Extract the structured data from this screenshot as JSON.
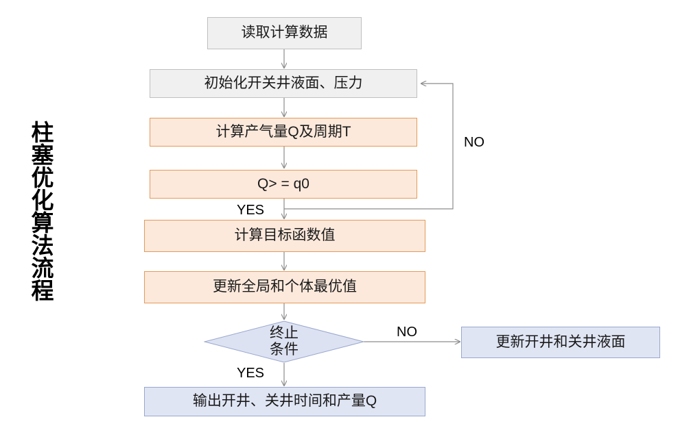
{
  "diagram": {
    "title_vertical": "柱塞优化算法流程",
    "type": "flowchart",
    "colors": {
      "gray_fill": "#f0f0f0",
      "gray_border": "#bfbfbf",
      "orange_fill": "#fce9dc",
      "orange_border": "#e49a5a",
      "blue_fill": "#e0e5f4",
      "blue_border": "#9aa7ce",
      "connector": "#8c8c8c",
      "text": "#1a1a1a",
      "background": "#ffffff"
    },
    "nodes": {
      "read_data": "读取计算数据",
      "init": "初始化开关井液面、压力",
      "calc_q_t": "计算产气量Q及周期T",
      "condition_q": "Q> = q0",
      "calc_objective": "计算目标函数值",
      "update_best": "更新全局和个体最优值",
      "terminate_line1": "终止",
      "terminate_line2": "条件",
      "update_levels": "更新开井和关井液面",
      "output": "输出开井、关井时间和产量Q"
    },
    "edge_labels": {
      "q_yes": "YES",
      "q_no": "NO",
      "term_no": "NO",
      "term_yes": "YES"
    }
  }
}
